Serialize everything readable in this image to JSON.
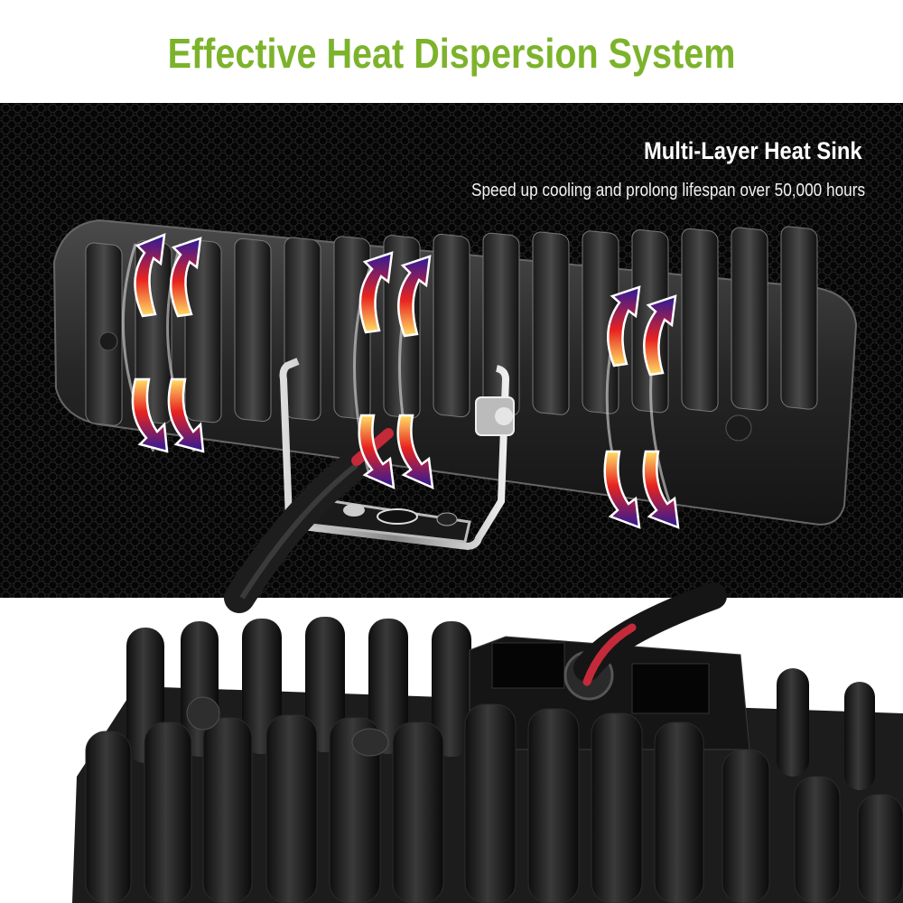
{
  "header": {
    "title": "Effective Heat Dispersion System",
    "title_color": "#7cb32b"
  },
  "feature": {
    "heading": "Multi-Layer Heat Sink",
    "description": "Speed up cooling and prolong lifespan over 50,000 hours"
  },
  "imagery": {
    "top_panel": "LED light bar rear heat sink with mounting bracket, bolt and red/black power cable on hexagonal mesh background",
    "arrows": "heat-flow arrows (yellow-red-purple gradient) at three fin groups",
    "bottom_panel": "Close-up of black heat sink fins with cable gland",
    "colors": {
      "background_dark": "#070707",
      "arrow_start": "#ffe066",
      "arrow_mid": "#e8231f",
      "arrow_end": "#2a1a9a"
    }
  }
}
